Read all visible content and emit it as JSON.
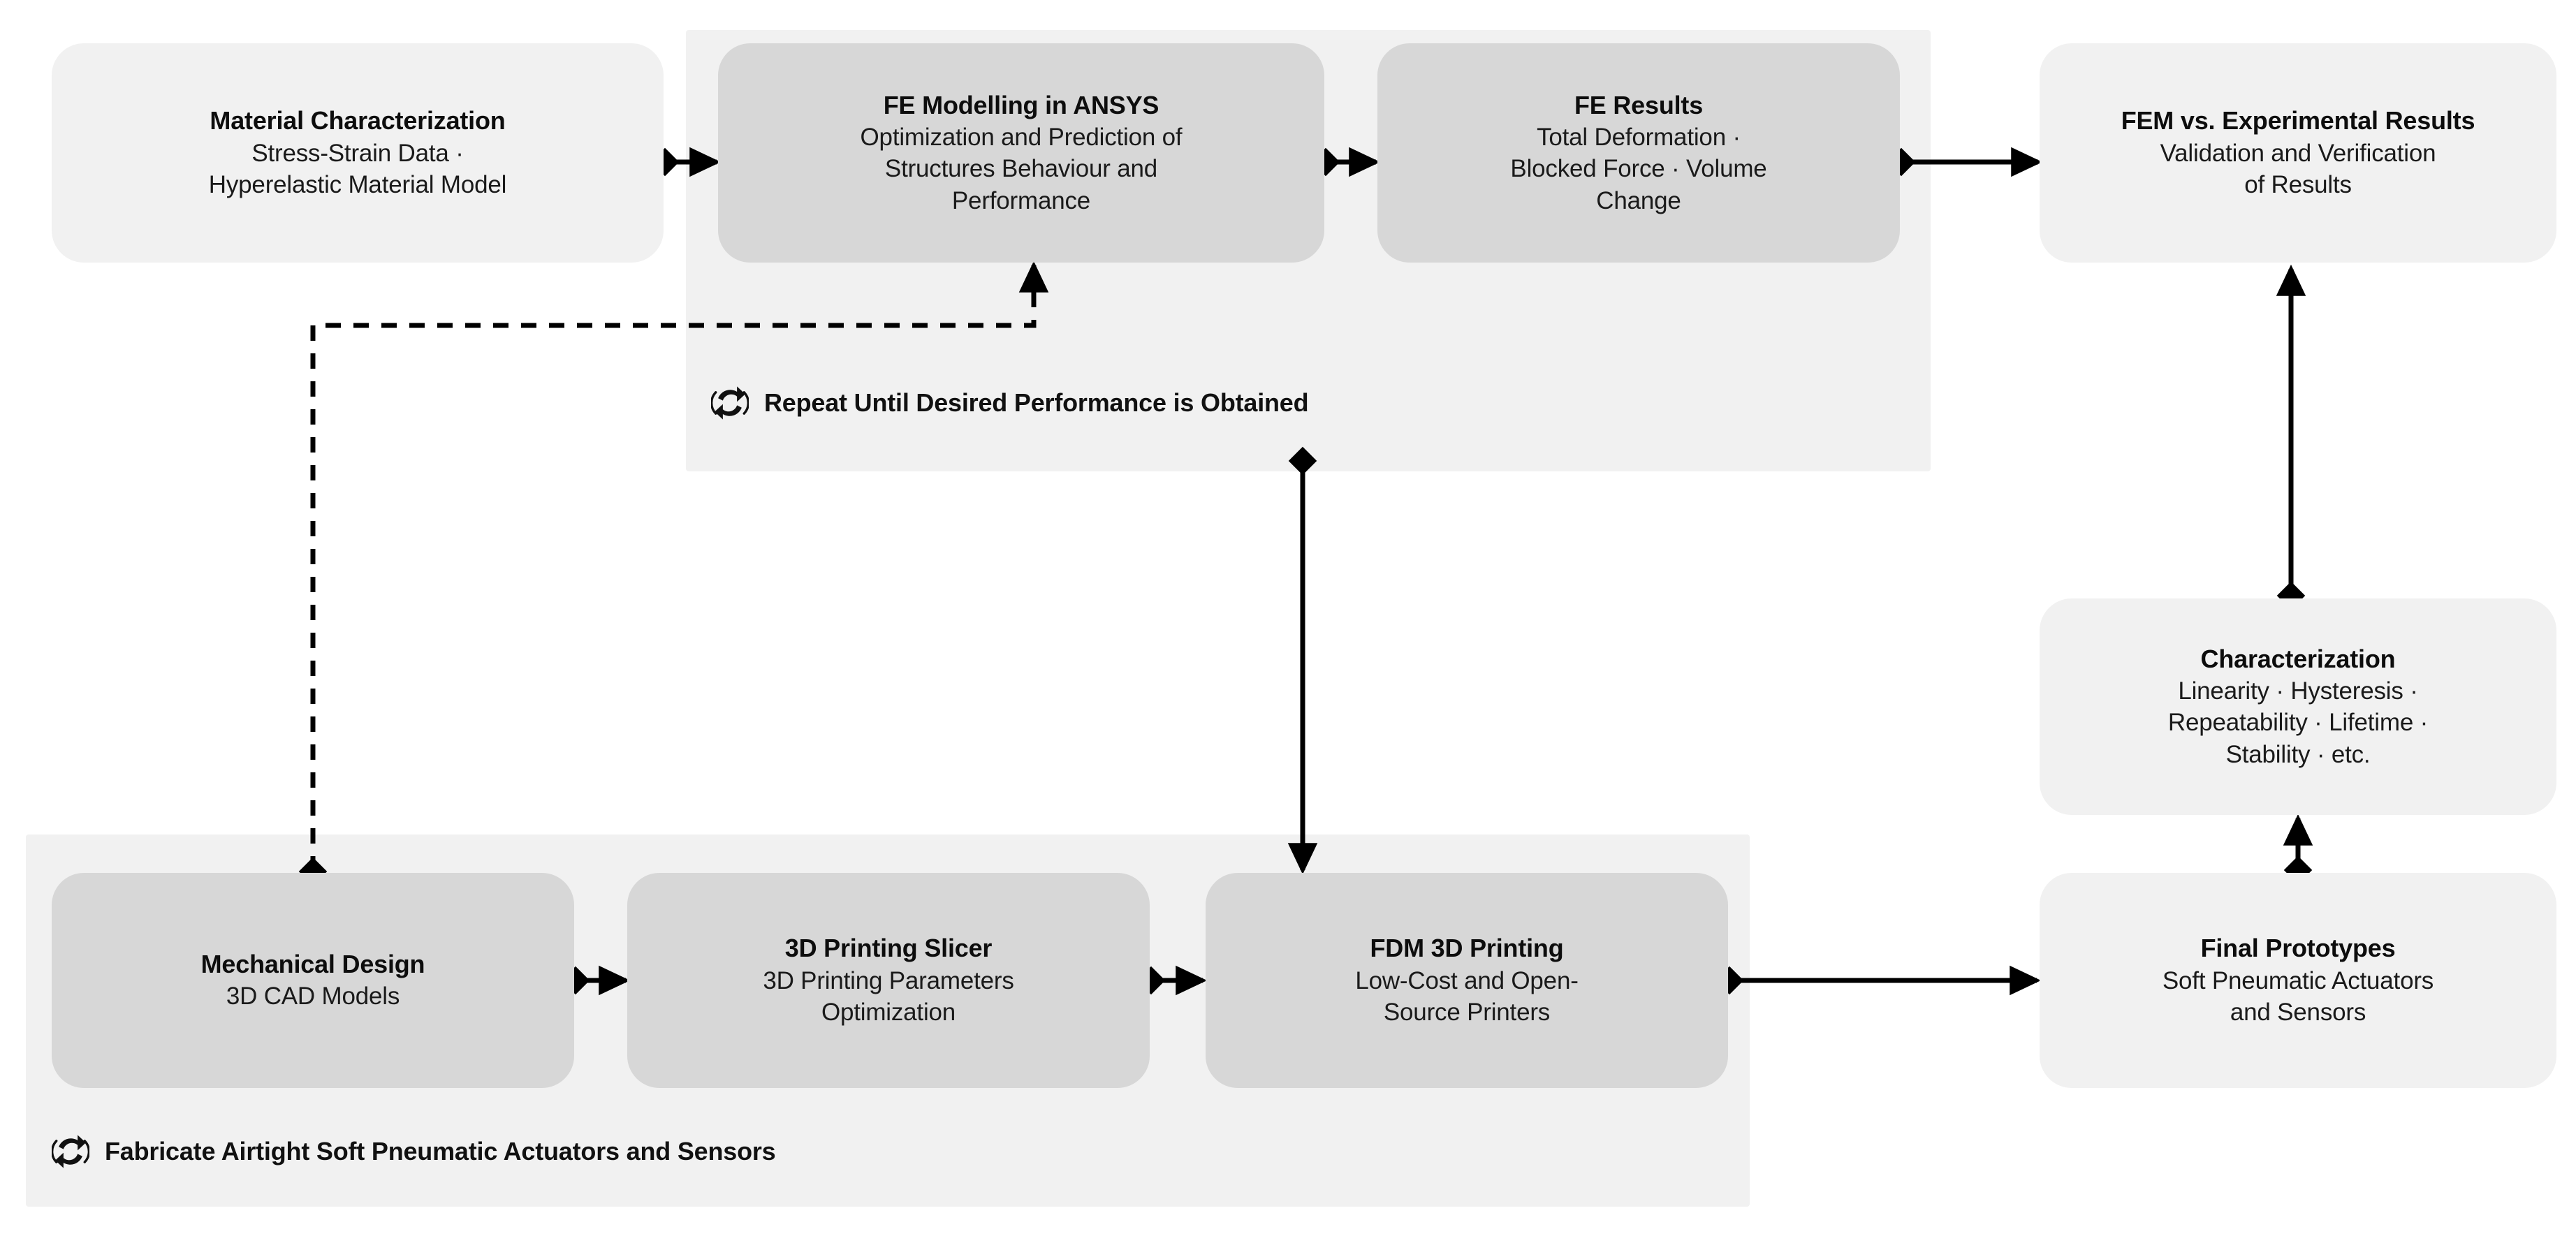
{
  "diagram": {
    "title_present": false,
    "colors": {
      "group_bg": "#f1f1f1",
      "node_light": "#f1f1f1",
      "node_dark": "#d7d7d7",
      "text": "#0d0d0d",
      "connector": "#000000",
      "page_bg": "#ffffff"
    }
  },
  "nodes": {
    "material_characterization": {
      "title": "Material Characterization",
      "sub_lines": [
        "Stress-Strain Data ·",
        "Hyperelastic Material Model"
      ],
      "shade": "light"
    },
    "fe_modelling": {
      "title": "FE Modelling in ANSYS",
      "sub_lines": [
        "Optimization and Prediction of",
        "Structures Behaviour and",
        "Performance"
      ],
      "shade": "dark"
    },
    "fe_results": {
      "title": "FE Results",
      "sub_lines": [
        "Total Deformation ·",
        "Blocked Force · Volume",
        "Change"
      ],
      "shade": "dark"
    },
    "fem_vs_experimental": {
      "title": "FEM vs. Experimental Results",
      "sub_lines": [
        "Validation and Verification",
        "of Results"
      ],
      "shade": "light"
    },
    "characterization": {
      "title": "Characterization",
      "sub_lines": [
        "Linearity · Hysteresis ·",
        "Repeatability · Lifetime ·",
        "Stability · etc."
      ],
      "shade": "light"
    },
    "final_prototypes": {
      "title": "Final Prototypes",
      "sub_lines": [
        "Soft Pneumatic Actuators",
        "and Sensors"
      ],
      "shade": "light"
    },
    "mechanical_design": {
      "title": "Mechanical Design",
      "sub_lines": [
        "3D CAD Models"
      ],
      "shade": "dark"
    },
    "printing_slicer": {
      "title": "3D Printing Slicer",
      "sub_lines": [
        "3D Printing Parameters",
        "Optimization"
      ],
      "shade": "dark"
    },
    "fdm_printing": {
      "title": "FDM 3D Printing",
      "sub_lines": [
        "Low-Cost and Open-",
        "Source Printers"
      ],
      "shade": "dark"
    }
  },
  "groups": {
    "fe_loop": {
      "caption": "Repeat Until Desired Performance is Obtained",
      "icon": "repeat-cycle-icon"
    },
    "fabrication": {
      "caption": "Fabricate Airtight Soft Pneumatic Actuators and Sensors",
      "icon": "repeat-cycle-icon"
    }
  },
  "connectors": [
    {
      "name": "material-to-fe-modelling",
      "from": "material_characterization",
      "to": "fe_modelling",
      "style": "solid",
      "heads": "diamond-arrow"
    },
    {
      "name": "fe-modelling-to-fe-results",
      "from": "fe_modelling",
      "to": "fe_results",
      "style": "solid",
      "heads": "diamond-arrow"
    },
    {
      "name": "fe-results-to-fem-vs-experimental",
      "from": "fe_results",
      "to": "fem_vs_experimental",
      "style": "solid",
      "heads": "diamond-arrow"
    },
    {
      "name": "feedback-loop-to-fe-modelling",
      "from": "mechanical_design",
      "to": "fe_modelling",
      "style": "dashed",
      "heads": "diamond-arrow"
    },
    {
      "name": "fe-loop-to-fdm-printing",
      "from": "fe_loop_group",
      "to": "fdm_printing",
      "style": "solid",
      "heads": "diamond-arrow"
    },
    {
      "name": "mechanical-design-to-slicer",
      "from": "mechanical_design",
      "to": "printing_slicer",
      "style": "solid",
      "heads": "diamond-arrow"
    },
    {
      "name": "slicer-to-fdm-printing",
      "from": "printing_slicer",
      "to": "fdm_printing",
      "style": "solid",
      "heads": "diamond-arrow"
    },
    {
      "name": "fdm-printing-to-final-prototypes",
      "from": "fdm_printing",
      "to": "final_prototypes",
      "style": "solid",
      "heads": "diamond-arrow"
    },
    {
      "name": "final-prototypes-to-characterization",
      "from": "final_prototypes",
      "to": "characterization",
      "style": "solid",
      "heads": "diamond-arrow"
    },
    {
      "name": "characterization-to-fem-vs-experimental",
      "from": "characterization",
      "to": "fem_vs_experimental",
      "style": "solid",
      "heads": "diamond-arrow"
    }
  ]
}
